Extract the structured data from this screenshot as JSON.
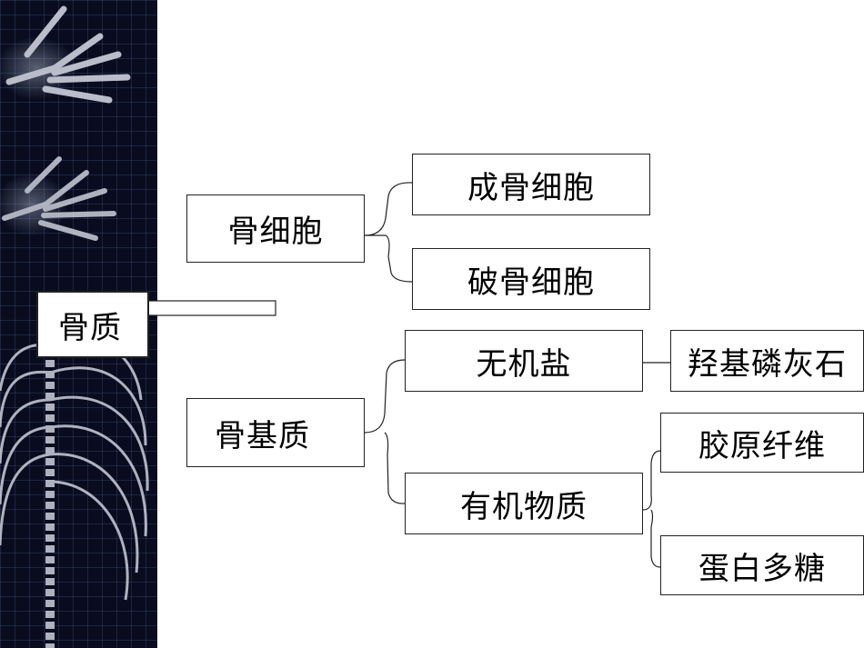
{
  "diagram": {
    "root": "骨质",
    "branches": [
      {
        "label": "骨细胞",
        "children": [
          {
            "label": "成骨细胞"
          },
          {
            "label": "破骨细胞"
          }
        ]
      },
      {
        "label": "骨基质",
        "children": [
          {
            "label": "无机盐",
            "children": [
              {
                "label": "羟基磷灰石"
              }
            ]
          },
          {
            "label": "有机物质",
            "children": [
              {
                "label": "胶原纤维"
              },
              {
                "label": "蛋白多糖"
              }
            ]
          }
        ]
      }
    ]
  },
  "background": {
    "sidebar_color": "#080c1e",
    "grid_color": "#5a6eaa",
    "bone_color": "#d8dce8"
  }
}
